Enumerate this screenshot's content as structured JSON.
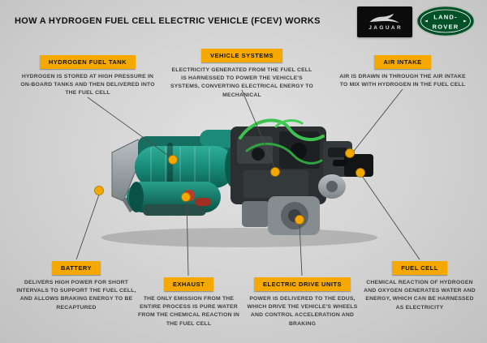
{
  "page": {
    "title": "HOW A HYDROGEN FUEL CELL ELECTRIC VEHICLE (FCEV) WORKS"
  },
  "brand": {
    "jaguar_label": "JAGUAR",
    "land_rover_line1": "LAND-",
    "land_rover_line2": "ROVER"
  },
  "colors": {
    "callout_header_bg": "#F5A800",
    "marker": "#F5A800",
    "leader_line": "#4A4A4A",
    "land_rover_green": "#005127",
    "jaguar_black": "#0B0B0B",
    "tank_teal": "#1A8F7C",
    "cable_green": "#3EC24F",
    "background": "#D2D2D2"
  },
  "callouts": [
    {
      "title": "HYDROGEN FUEL TANK",
      "body": "HYDROGEN IS STORED AT HIGH PRESSURE IN ON-BOARD TANKS AND THEN DELIVERED INTO THE FUEL CELL"
    },
    {
      "title": "VEHICLE SYSTEMS",
      "body": "ELECTRICITY GENERATED FROM THE FUEL CELL IS HARNESSED TO POWER THE VEHICLE'S SYSTEMS, CONVERTING ELECTRICAL ENERGY TO MECHANICAL"
    },
    {
      "title": "AIR INTAKE",
      "body": "AIR IS DRAWN IN THROUGH THE AIR INTAKE TO MIX WITH HYDROGEN IN THE FUEL CELL"
    },
    {
      "title": "BATTERY",
      "body": "DELIVERS HIGH POWER FOR SHORT INTERVALS TO SUPPORT THE FUEL CELL, AND ALLOWS BRAKING ENERGY TO BE RECAPTURED"
    },
    {
      "title": "EXHAUST",
      "body": "THE ONLY EMISSION FROM THE ENTIRE PROCESS IS PURE WATER FROM THE CHEMICAL REACTION IN THE FUEL CELL"
    },
    {
      "title": "ELECTRIC DRIVE UNITS",
      "body": "POWER IS DELIVERED TO THE EDUS, WHICH DRIVE THE VEHICLE'S WHEELS AND CONTROL ACCELERATION AND BRAKING"
    },
    {
      "title": "FUEL CELL",
      "body": "CHEMICAL REACTION OF HYDROGEN AND OXYGEN GENERATES WATER AND ENERGY, WHICH CAN BE HARNESSED AS ELECTRICITY"
    }
  ]
}
